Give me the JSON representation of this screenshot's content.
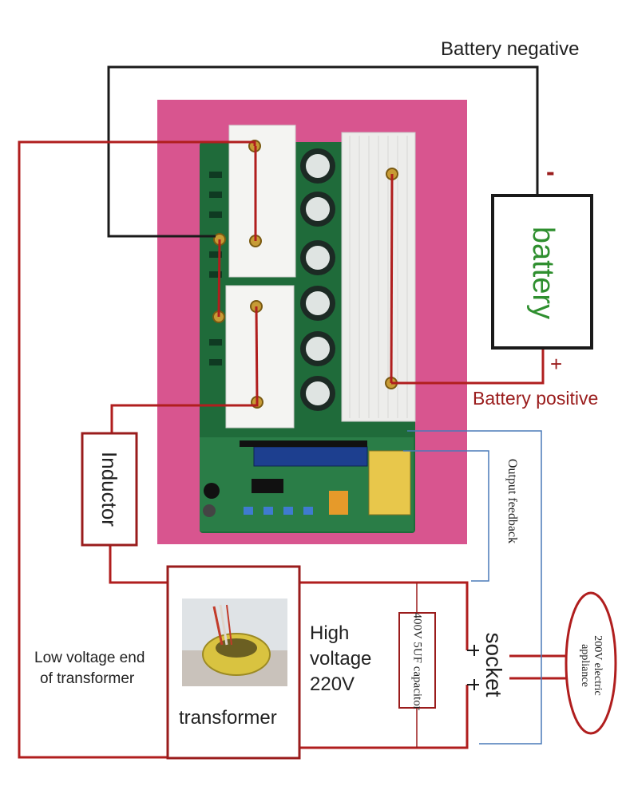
{
  "labels": {
    "battery_negative": "Battery negative",
    "battery_positive": "Battery positive",
    "minus_sign": "-",
    "plus_sign": "+",
    "battery": "battery",
    "inductor": "Inductor",
    "output_feedback": "Output feedback",
    "high_voltage_line1": "High",
    "high_voltage_line2": "voltage",
    "high_voltage_line3": "220V",
    "low_voltage_line1": "Low voltage end",
    "low_voltage_line2": "of transformer",
    "transformer": "transformer",
    "capacitor": "400V 5UF capacitor",
    "socket": "socket",
    "appliance": "200V electric appliance"
  },
  "colors": {
    "wire_red": "#b01e1e",
    "wire_black": "#1a1a1a",
    "wire_blue": "#4a7ab8",
    "battery_text": "#2f8f2f",
    "board_pink": "#d8558f",
    "pcb_green": "#1f6b3a"
  }
}
